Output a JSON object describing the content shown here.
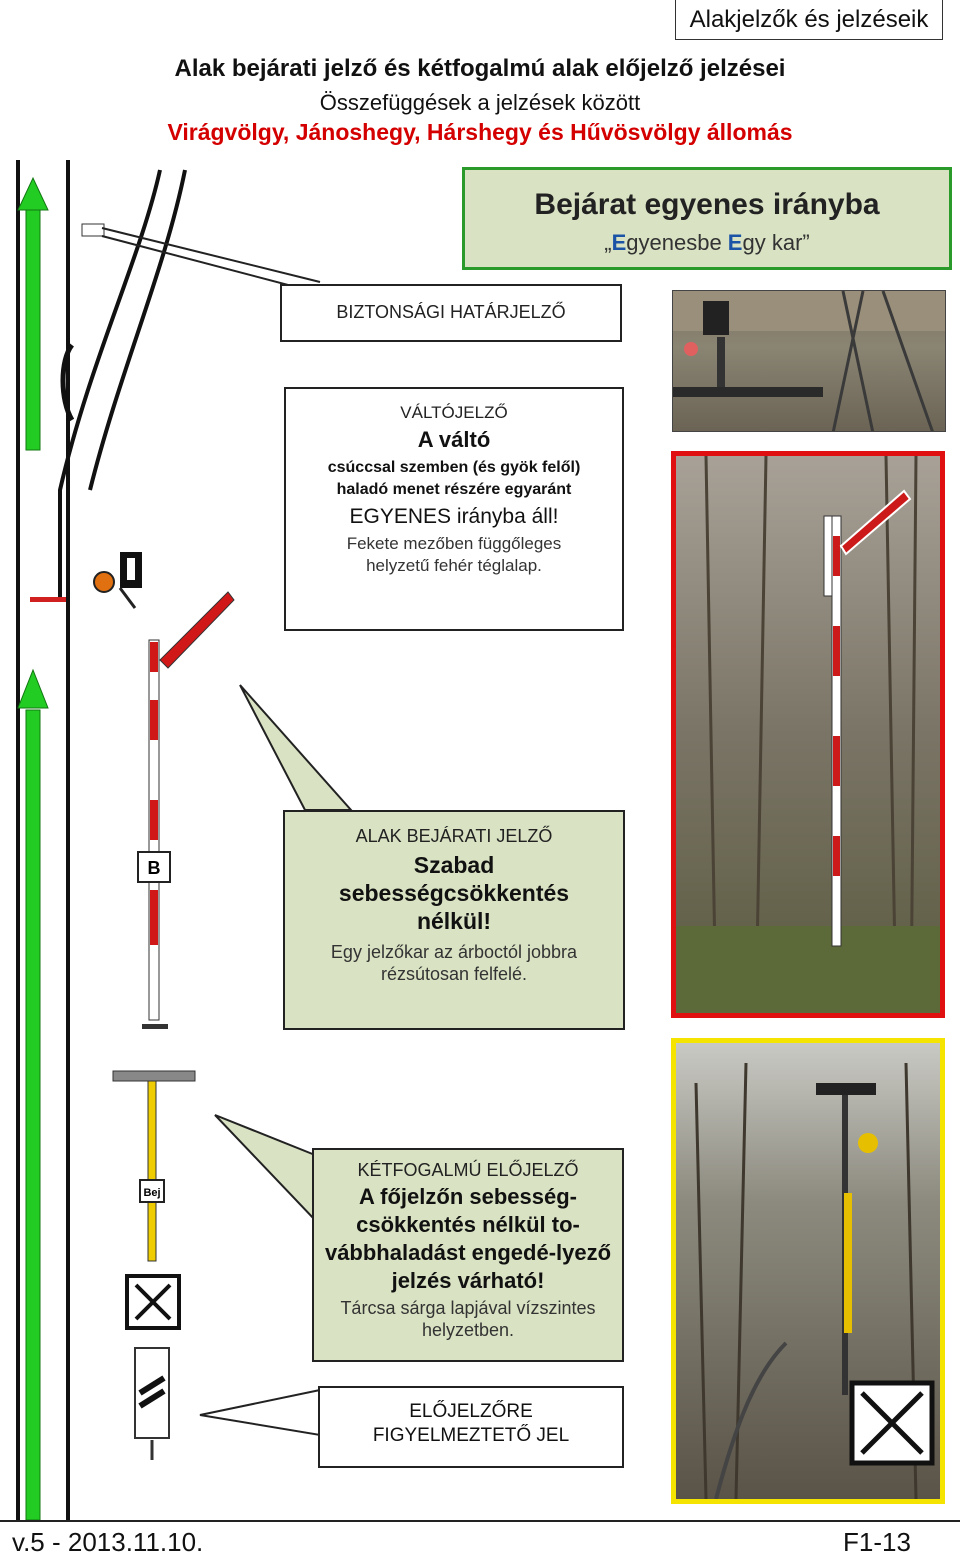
{
  "header": {
    "brand_bold": "Alakjelzők",
    "brand_rest": " és jelzéseik"
  },
  "titles": {
    "main": "Alak bejárati jelző és kétfogalmú alak előjelző jelzései",
    "sub": "Összefüggések a jelzések között",
    "stations": "Virágvölgy, Jánoshegy, Hárshegy és Hűvösvölgy állomás"
  },
  "bejarat": {
    "heading": "Bejárat egyenes irányba",
    "sub_quote": "„",
    "sub_e1": "E",
    "sub_r1": "gyenesbe ",
    "sub_e2": "E",
    "sub_r2": "gy kar”"
  },
  "biztonsagi": {
    "label": "BIZTONSÁGI HATÁRJELZŐ"
  },
  "valtojelzo": {
    "label": "VÁLTÓJELZŐ",
    "bold1": "A váltó",
    "bold2": "csúccsal szemben (és gyök felől) haladó menet részére egyaránt",
    "big": "EGYENES irányba áll!",
    "note": "Fekete mezőben függőleges helyzetű fehér téglalap."
  },
  "alak": {
    "label": "ALAK BEJÁRATI JELZŐ",
    "bold": "Szabad sebességcsökkentés nélkül!",
    "note": "Egy jelzőkar az árboctól jobbra rézsútosan felfelé."
  },
  "ketfogalmu": {
    "label": "KÉTFOGALMÚ ELŐJELZŐ",
    "bold": "A főjelzőn sebesség-csökkentés nélkül to-vábbhaladást engedé-lyező jelzés várható!",
    "note": "Tárcsa sárga lapjával vízszintes helyzetben."
  },
  "elojelzore": {
    "line1": "ELŐJELZŐRE",
    "line2": "FIGYELMEZTETŐ JEL"
  },
  "signs": {
    "b_letter": "B",
    "bej_text": "Bej"
  },
  "footer": {
    "version": "v.5 - 2013.11.10.",
    "page": "F1-13"
  },
  "colors": {
    "green_border": "#2a9a2a",
    "red_border": "#e01010",
    "yellow_border": "#f5e400",
    "callout_bg": "#d9e3c3",
    "title_red": "#d40000"
  }
}
